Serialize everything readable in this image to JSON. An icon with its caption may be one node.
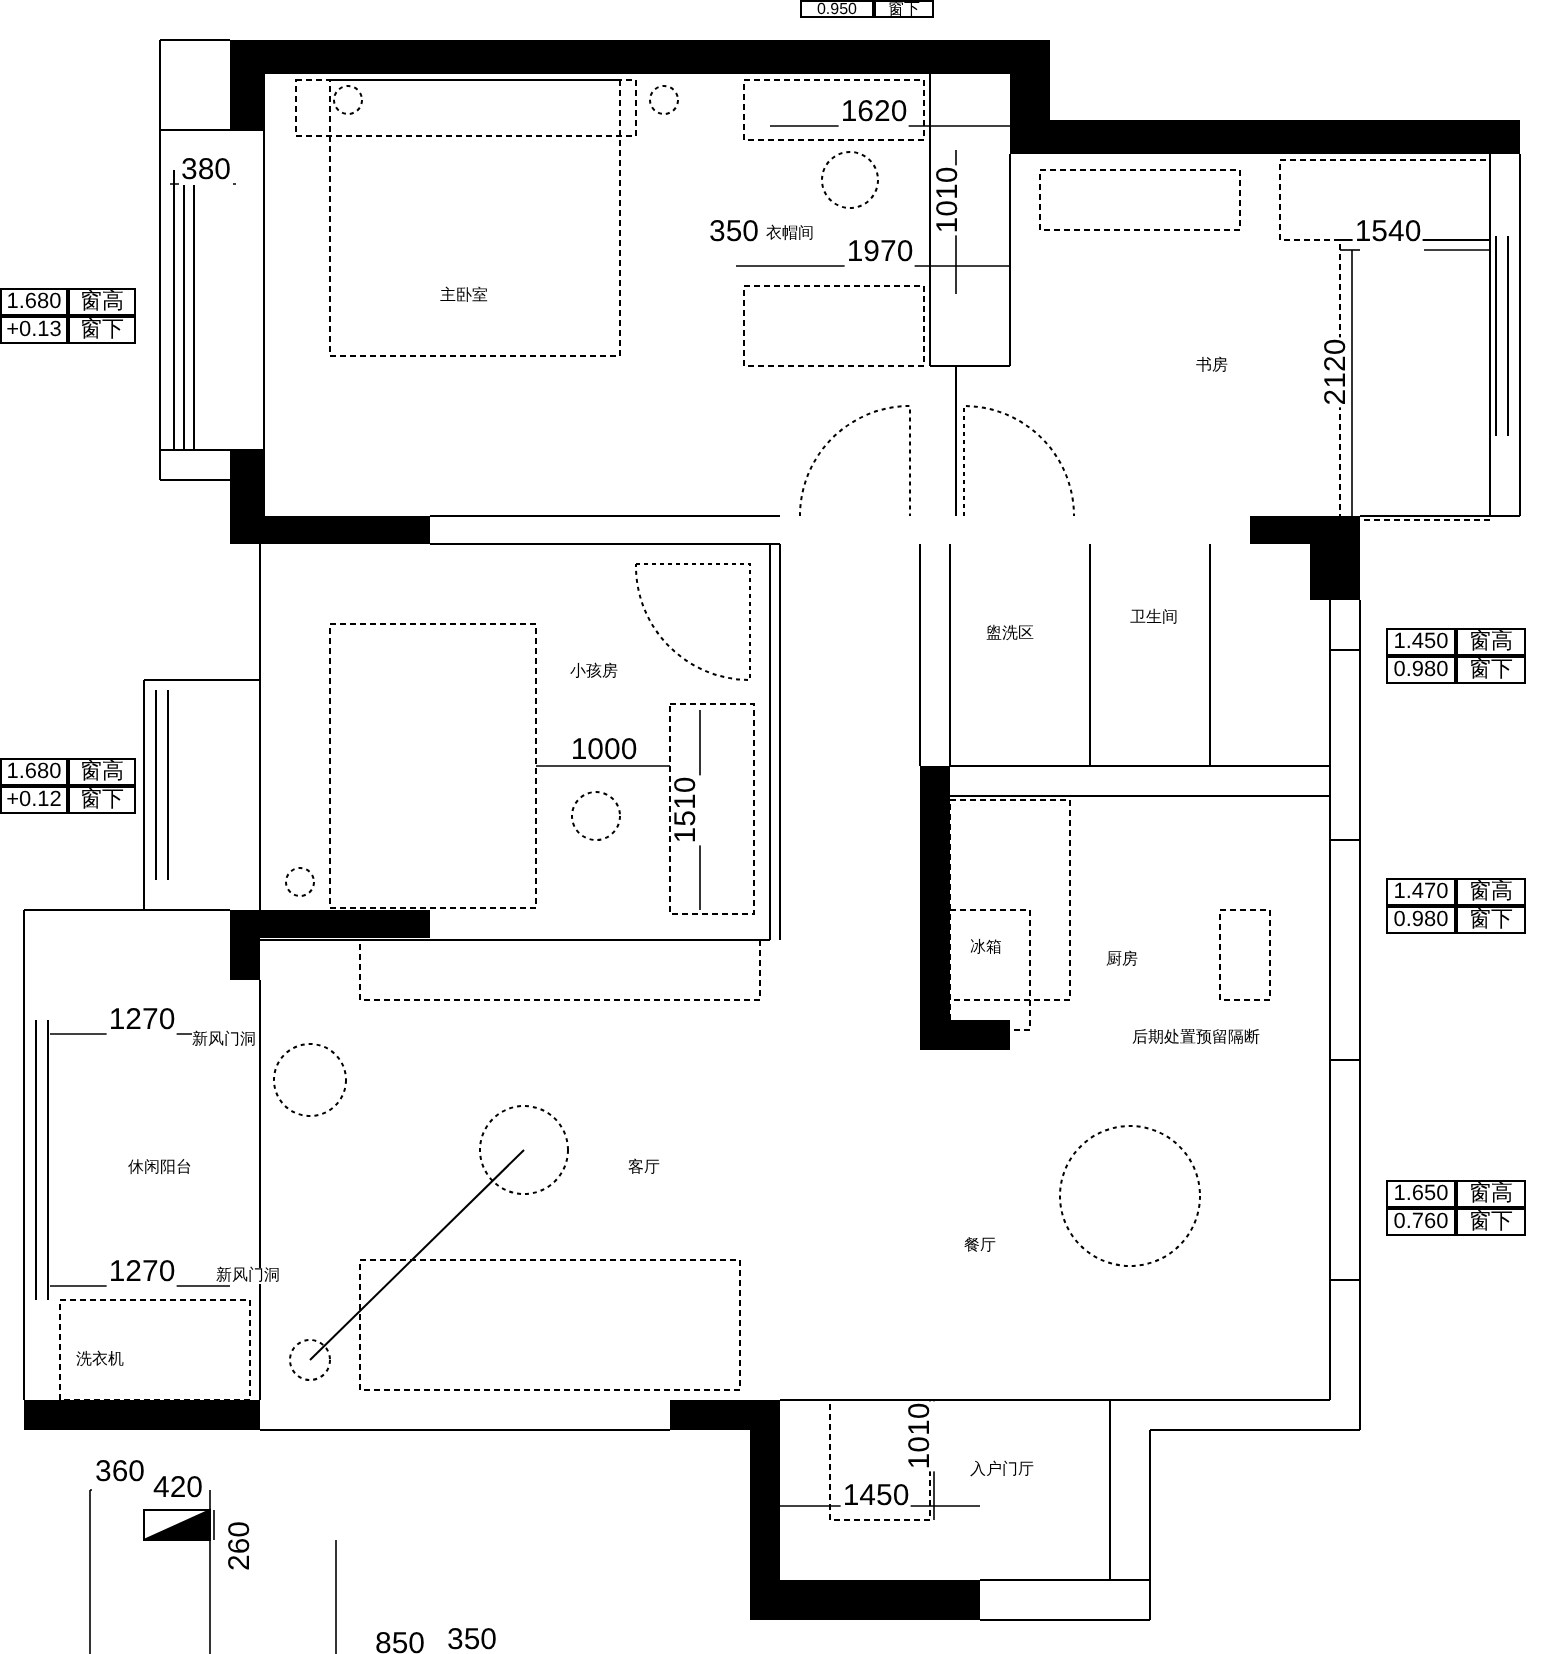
{
  "diagram": {
    "labels": [
      "0.950",
      "窗下",
      "380",
      "1620",
      "350",
      "衣帽间",
      "1970",
      "1010",
      "1540",
      "1.680",
      "窗高",
      "+0.13",
      "窗下",
      "主卧室",
      "书房",
      "2120",
      "小孩房",
      "盥洗区",
      "卫生间",
      "1.450",
      "窗高",
      "0.980",
      "窗下",
      "1.680",
      "窗高",
      "+0.12",
      "窗下",
      "1000",
      "1510",
      "1.470",
      "窗高",
      "0.980",
      "窗下",
      "冰箱",
      "厨房",
      "1270",
      "新风门洞",
      "后期处置预留隔断",
      "休闲阳台",
      "客厅",
      "1.650",
      "窗高",
      "0.760",
      "窗下",
      "餐厅",
      "1270",
      "新风门洞",
      "洗衣机",
      "1010",
      "360",
      "420",
      "1450",
      "入户门厅",
      "260",
      "850",
      "350"
    ]
  }
}
